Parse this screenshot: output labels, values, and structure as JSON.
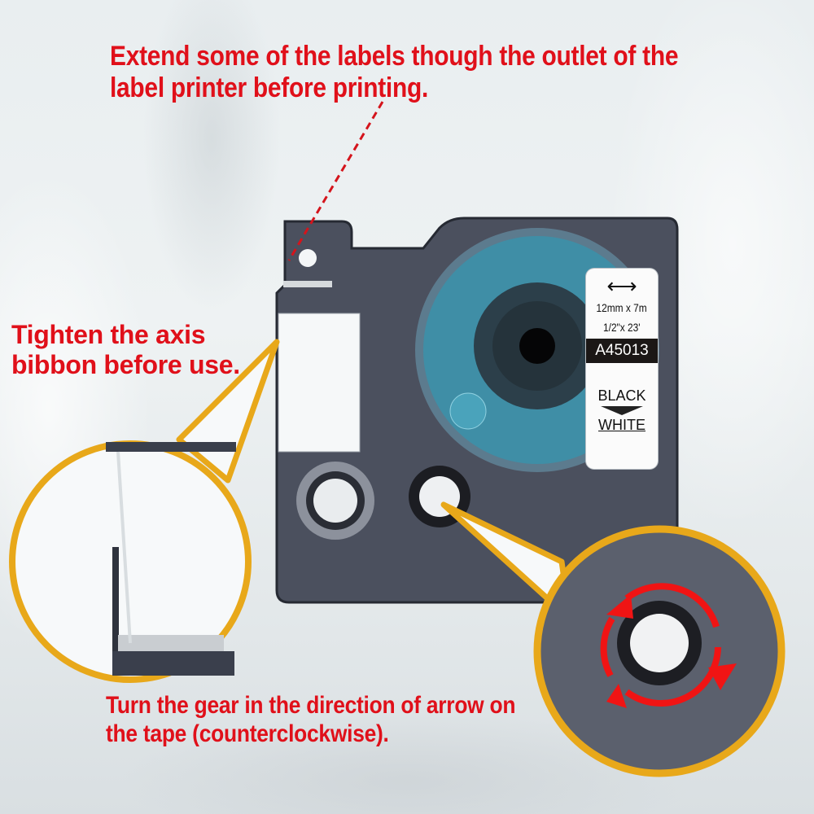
{
  "instructions": {
    "top": "Extend some of the labels though the outlet of the label printer before printing.",
    "left": "Tighten the axis bibbon before use.",
    "bottom": "Turn the gear in the direction of arrow on the tape (counterclockwise)."
  },
  "tape_label": {
    "width_arrow": "⟷",
    "size_metric": "12mm x 7m",
    "size_imperial": "1/2\"x 23'",
    "model": "A45013",
    "text_color": "BLACK",
    "background_color": "WHITE"
  },
  "colors": {
    "caption_red": "#e0101a",
    "callout_gold": "#e8a81a",
    "cartridge": "#4a4f5c",
    "tape_blue": "#3d8fa6",
    "arrow_red": "#f01414"
  }
}
